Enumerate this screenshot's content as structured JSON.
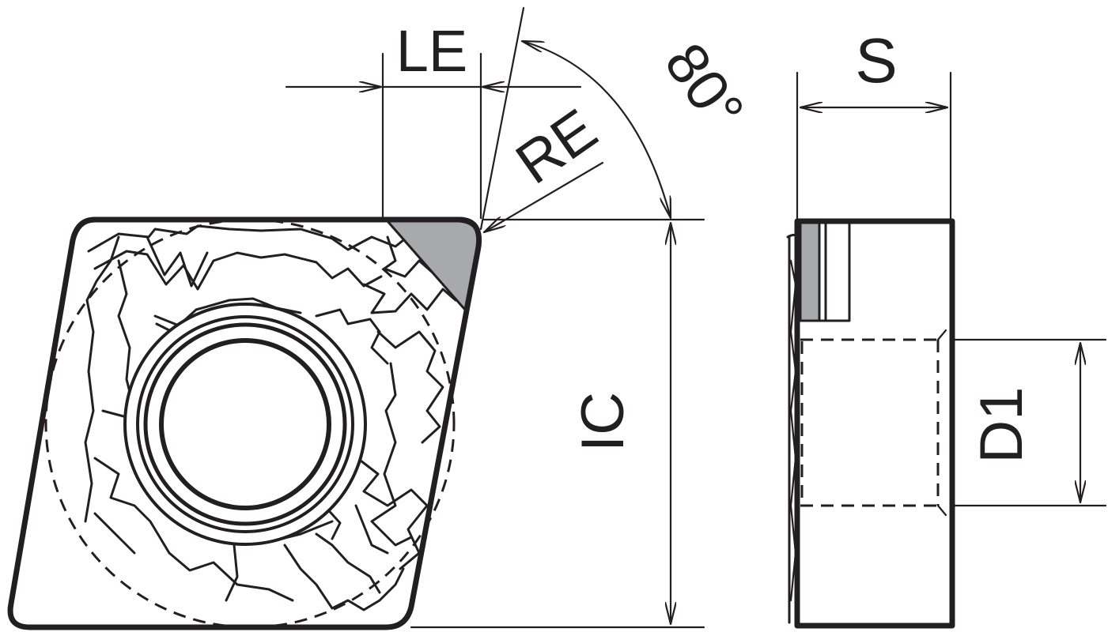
{
  "labels": {
    "le": "LE",
    "re": "RE",
    "angle": "80°",
    "ic": "IC",
    "s": "S",
    "d1": "D1"
  },
  "colors": {
    "line": "#231f20",
    "corner_fill": "#a7a9ac",
    "background": "#ffffff"
  }
}
